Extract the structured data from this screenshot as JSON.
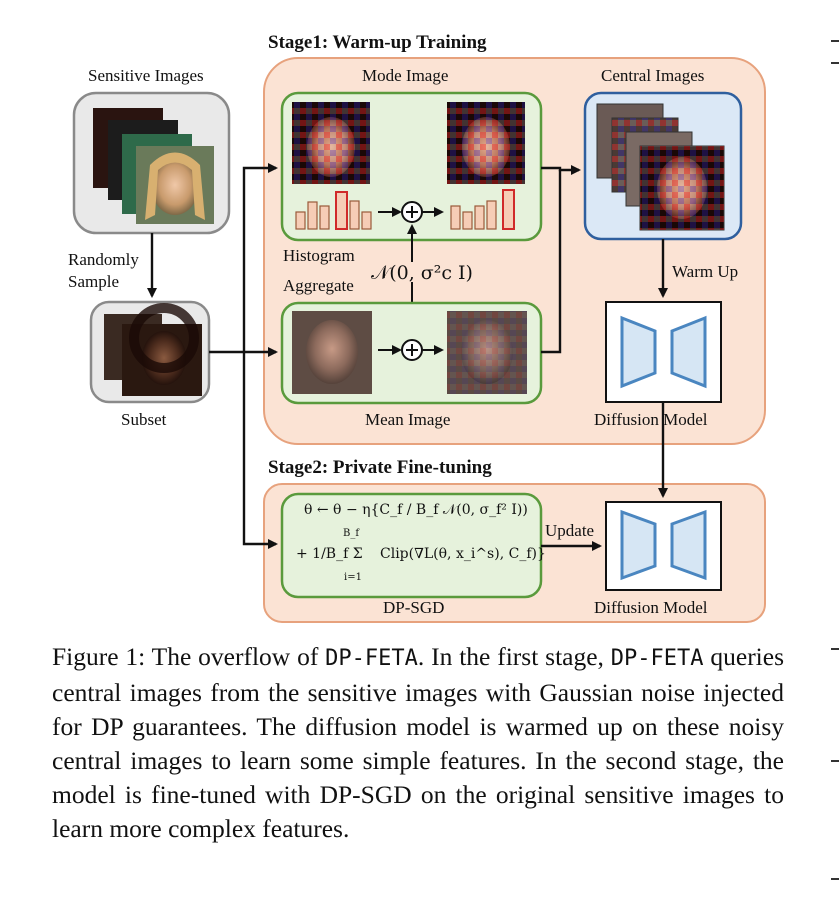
{
  "figure": {
    "stage1_title": "Stage1: Warm-up Training",
    "stage2_title": "Stage2: Private Fine-tuning",
    "sensitive_images_label": "Sensitive Images",
    "randomly_sample_line1": "Randomly",
    "randomly_sample_line2": "Sample",
    "subset_label": "Subset",
    "mode_image_label": "Mode Image",
    "histogram_label": "Histogram",
    "aggregate_label": "Aggregate",
    "noise_label": "𝒩(0, σ²c I)",
    "mean_image_label": "Mean Image",
    "central_images_label": "Central Images",
    "warm_up_label": "Warm Up",
    "diffusion_model_label_1": "Diffusion Model",
    "diffusion_model_label_2": "Diffusion Model",
    "update_label": "Update",
    "dpsgd_label": "DP-SGD",
    "formula_line1": "θ ← θ − η{C_f / B_f 𝒩(0, σ_f² I))",
    "formula_line2_prefix": "+ 1/B_f Σ",
    "formula_line2_body": "Clip(∇L(θ, x_i^s), C_f)}",
    "sum_upper": "B_f",
    "sum_lower": "i=1"
  },
  "caption": {
    "prefix": "Figure 1: The overflow of ",
    "name1": "DP-FETA",
    "part2": ". In the first stage, ",
    "name2": "DP-FETA",
    "part3": " queries central images from the sensitive images with Gaussian noise injected for DP guarantees. The diffusion model is warmed up on these noisy central images to learn some simple features. In the second stage, the model is fine-tuned with DP-SGD on the original sensitive images to learn more complex features."
  },
  "colors": {
    "stage_bg": "#fbe3d4",
    "stage_border": "#e7a27d",
    "green_bg": "#e6f2dc",
    "green_border": "#5a9a3c",
    "blue_bg": "#dbe8f6",
    "blue_border": "#2f5f9e",
    "gray_bg": "#e9e9e9",
    "gray_border": "#8a8a8a",
    "diffusion_fill": "#d6e6f4",
    "diffusion_stroke": "#4a86c0"
  }
}
